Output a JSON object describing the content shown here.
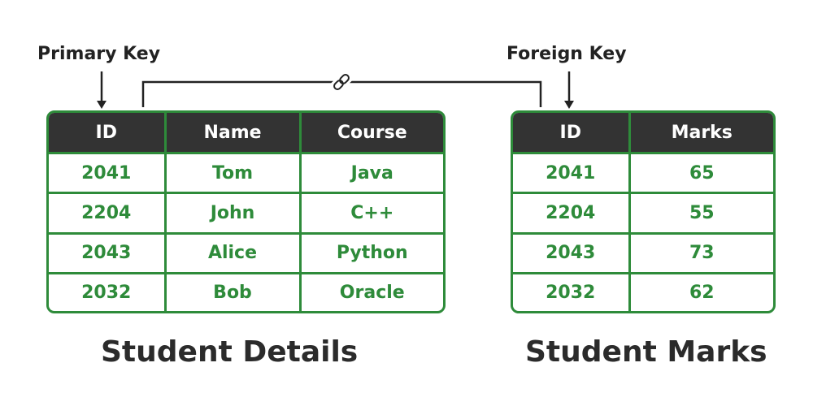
{
  "labels": {
    "primary_key": "Primary Key",
    "foreign_key": "Foreign Key"
  },
  "icons": {
    "link": "link-icon",
    "arrow": "arrow-down-icon"
  },
  "colors": {
    "accent_green": "#2e8b3a",
    "header_bg": "#333333",
    "header_text": "#ffffff",
    "label_text": "#222222"
  },
  "student_details": {
    "caption": "Student Details",
    "columns": [
      "ID",
      "Name",
      "Course"
    ],
    "rows": [
      [
        "2041",
        "Tom",
        "Java"
      ],
      [
        "2204",
        "John",
        "C++"
      ],
      [
        "2043",
        "Alice",
        "Python"
      ],
      [
        "2032",
        "Bob",
        "Oracle"
      ]
    ]
  },
  "student_marks": {
    "caption": "Student Marks",
    "columns": [
      "ID",
      "Marks"
    ],
    "rows": [
      [
        "2041",
        "65"
      ],
      [
        "2204",
        "55"
      ],
      [
        "2043",
        "73"
      ],
      [
        "2032",
        "62"
      ]
    ]
  }
}
